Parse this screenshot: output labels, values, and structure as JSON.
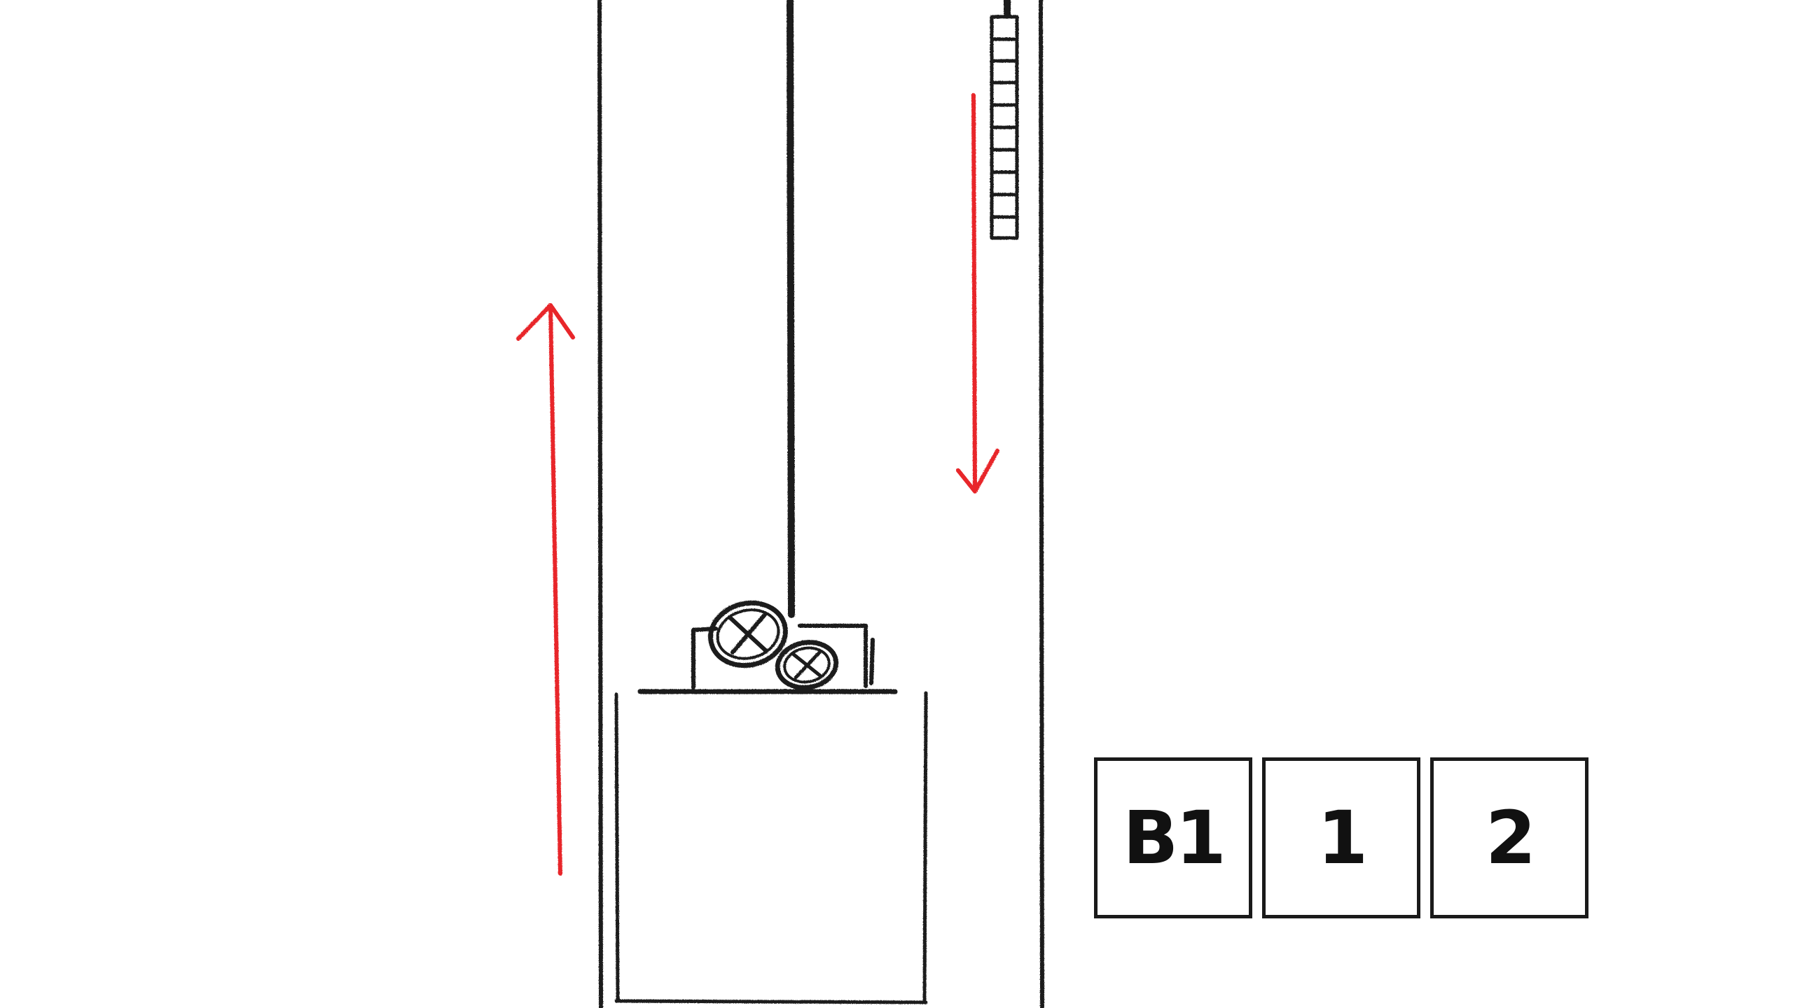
{
  "colors": {
    "ink": "#1a1a1a",
    "arrow": "#e8262b",
    "background": "#ffffff"
  },
  "arrows": {
    "left": "up",
    "right": "down"
  },
  "elevator": {
    "components": [
      "shaft",
      "cable",
      "pulley-assembly",
      "car",
      "counterweight"
    ]
  },
  "floor_panel": {
    "buttons": [
      {
        "label": "B1"
      },
      {
        "label": "1"
      },
      {
        "label": "2"
      }
    ]
  }
}
